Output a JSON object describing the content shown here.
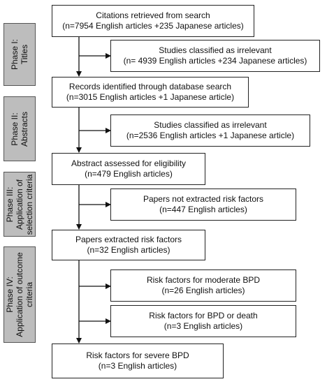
{
  "phases": [
    {
      "line1": "Phase I:",
      "line2": "Titles"
    },
    {
      "line1": "Phase II:",
      "line2": "Abstracts"
    },
    {
      "line1": "Phase III:",
      "line2": "Application of",
      "line3": "selection criteria"
    },
    {
      "line1": "Phase IV:",
      "line2": "Application of outcome",
      "line3": "criteria"
    }
  ],
  "boxes": {
    "citations": {
      "line1": "Citations retrieved from search",
      "line2": "(n=7954 English articles +235 Japanese articles)"
    },
    "irrelevant_titles": {
      "line1": "Studies classified as irrelevant",
      "line2": "(n= 4939 English articles +234 Japanese articles)"
    },
    "records": {
      "line1": "Records identified through database search",
      "line2": "(n=3015 English articles +1 Japanese article)"
    },
    "irrelevant_abstracts": {
      "line1": "Studies classified as irrelevant",
      "line2": "(n=2536 English articles +1 Japanese article)"
    },
    "eligibility": {
      "line1": "Abstract assessed for eligibility",
      "line2": "(n=479 English articles)"
    },
    "not_extracted": {
      "line1": "Papers not extracted risk factors",
      "line2": "(n=447 English articles)"
    },
    "extracted": {
      "line1": "Papers extracted risk factors",
      "line2": "(n=32 English articles)"
    },
    "moderate_bpd": {
      "line1": "Risk factors for moderate BPD",
      "line2": "(n=26 English articles)"
    },
    "bpd_or_death": {
      "line1": "Risk factors for BPD or death",
      "line2": "(n=3 English articles)"
    },
    "severe_bpd": {
      "line1": "Risk factors for severe BPD",
      "line2": "(n=3 English articles)"
    }
  }
}
